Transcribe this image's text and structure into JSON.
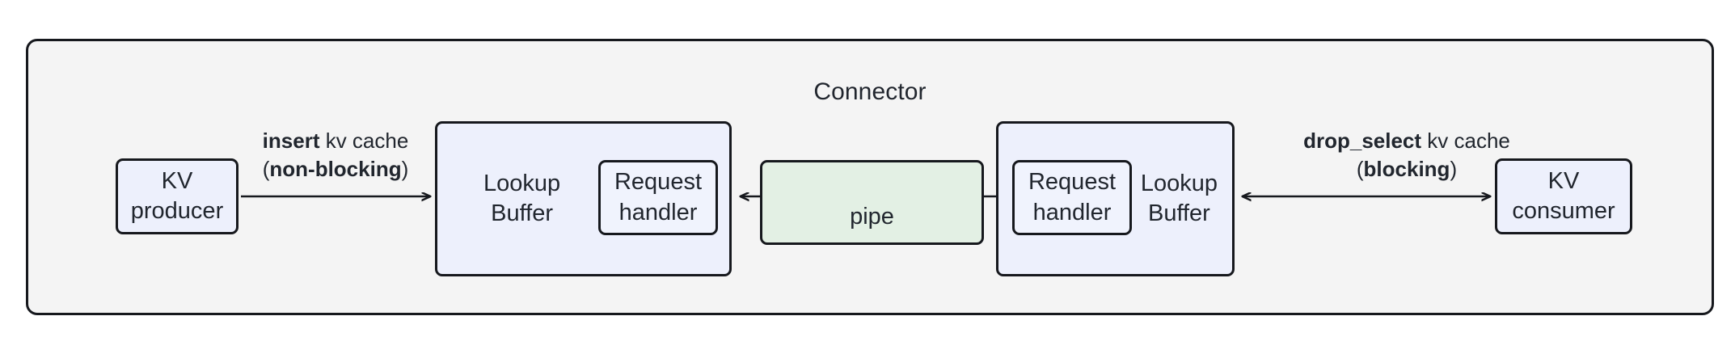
{
  "diagram": {
    "title": "Connector",
    "nodes": {
      "kv_producer": "KV\nproducer",
      "lookup_buffer_left": "Lookup\nBuffer",
      "request_handler_left": "Request\nhandler",
      "pipe": "pipe",
      "request_handler_right": "Request\nhandler",
      "lookup_buffer_right": "Lookup\nBuffer",
      "kv_consumer": "KV\nconsumer"
    },
    "edges": {
      "insert": {
        "strong_1": "insert",
        "rest_1": " kv cache",
        "paren_open": "(",
        "strong_2": "non-blocking",
        "paren_close": ")",
        "direction": "left-to-right"
      },
      "drop_select": {
        "strong_1": "drop_select",
        "rest_1": " kv cache",
        "paren_open": "(",
        "strong_2": "blocking",
        "paren_close": ")",
        "direction": "bidirectional"
      },
      "pipe_link": {
        "direction": "bidirectional"
      }
    },
    "colors": {
      "container_fill": "#f4f4f4",
      "node_fill": "#edf0fc",
      "pipe_fill": "#e3f0e4",
      "stroke": "#16181d",
      "text": "#21262e"
    }
  }
}
